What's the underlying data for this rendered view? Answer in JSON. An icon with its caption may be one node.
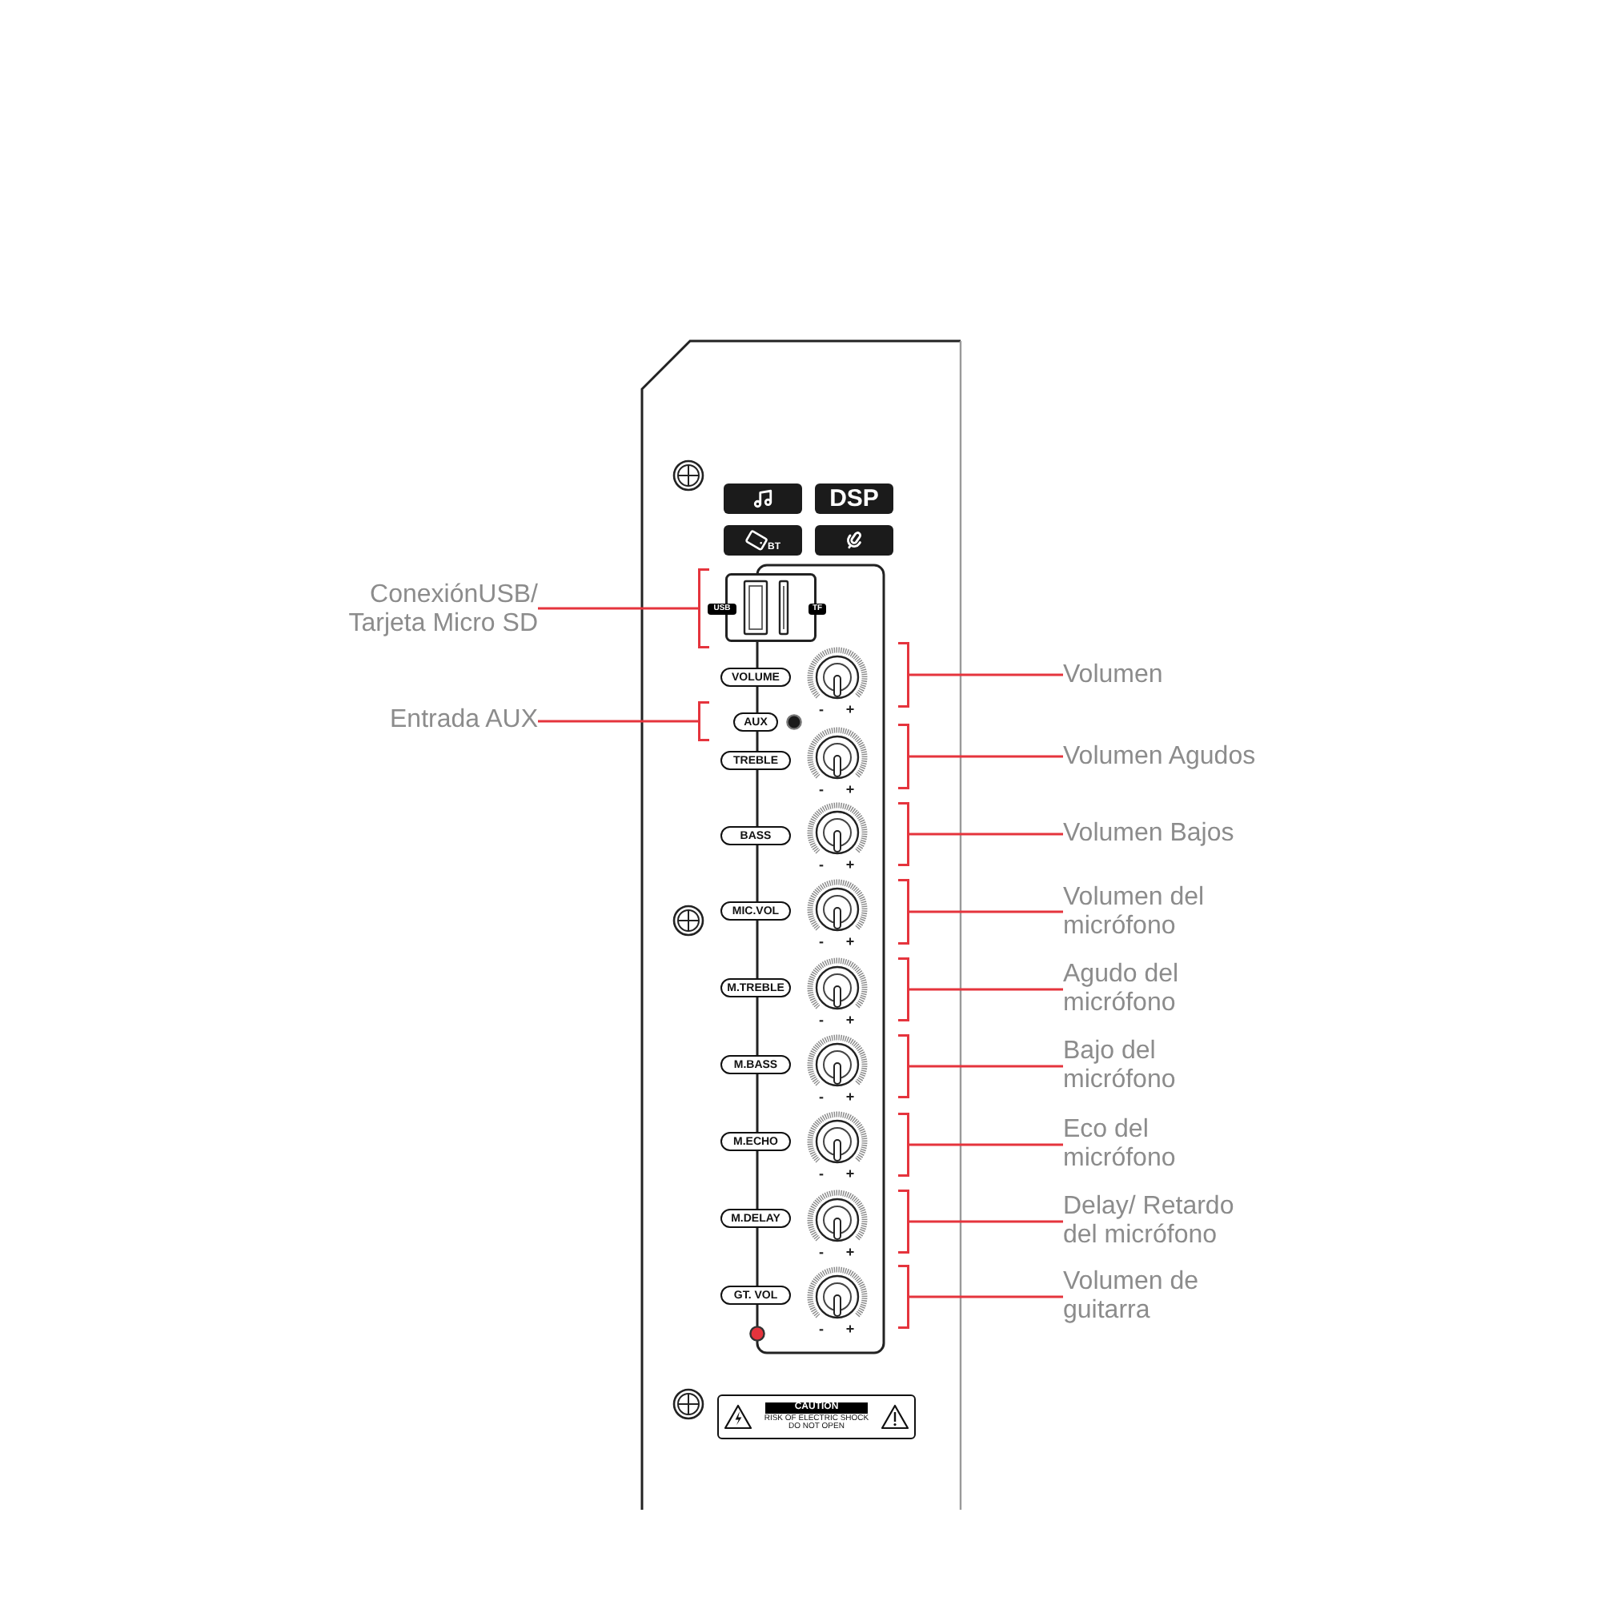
{
  "diagram": {
    "nodes": [
      {
        "text": [],
        "shape": "box"
      },
      {
        "text": [
          "DSP"
        ]
      },
      {
        "text": [
          "BT"
        ]
      },
      {
        "text": [],
        "shape": "box"
      },
      {
        "text": [
          "ConexiónUSB/ Tarjeta Micro SD"
        ]
      },
      {
        "text": [],
        "shape": "bracket"
      },
      {
        "text": [
          "USB"
        ]
      },
      {
        "text": [
          "TF"
        ]
      },
      {
        "text": [
          "Entrada AUX"
        ]
      },
      {
        "text": [],
        "shape": "bracket"
      },
      {
        "text": [
          "VOLUME"
        ]
      },
      {
        "text": [
          "AUX"
        ]
      },
      {
        "text": [
          "TREBLE"
        ]
      },
      {
        "text": [
          "BASS"
        ]
      },
      {
        "text": [
          "MIC.VOL"
        ]
      },
      {
        "text": [
          "M.TREBLE"
        ]
      },
      {
        "text": [
          "M.BASS"
        ]
      },
      {
        "text": [
          "M.ECHO"
        ]
      },
      {
        "text": [
          "M.DELAY"
        ]
      },
      {
        "text": [
          "GT. VOL"
        ]
      },
      {
        "text": [],
        "shape": "bracket"
      },
      {
        "text": [],
        "shape": "bracket"
      },
      {
        "text": [],
        "shape": "bracket"
      },
      {
        "text": [],
        "shape": "bracket"
      },
      {
        "text": [],
        "shape": "bracket"
      },
      {
        "text": [],
        "shape": "bracket"
      },
      {
        "text": [],
        "shape": "bracket"
      },
      {
        "text": [],
        "shape": "bracket"
      },
      {
        "text": [],
        "shape": "bracket"
      },
      {
        "text": [
          "Volumen"
        ]
      },
      {
        "text": [
          "Volumen Agudos"
        ]
      },
      {
        "text": [
          "Volumen Bajos"
        ]
      },
      {
        "text": [
          "Volumen del micrófono"
        ]
      },
      {
        "text": [
          "Agudo del micrófono"
        ]
      },
      {
        "text": [
          "Bajo del micrófono"
        ]
      },
      {
        "text": [
          "Eco del micrófono"
        ]
      },
      {
        "text": [
          "Delay/ Retardo del micrófono"
        ]
      },
      {
        "text": [
          "Volumen de guitarra"
        ]
      },
      {
        "text": [
          "CAUTION",
          "RISK OF ELECTRIC SHOCK DO NOT OPEN"
        ]
      }
    ],
    "edges": [
      {
        "from": 4,
        "to": 5,
        "arrow": "none"
      },
      {
        "from": 8,
        "to": 9,
        "arrow": "none"
      },
      {
        "from": 29,
        "to": 20,
        "arrow": "none"
      },
      {
        "from": 30,
        "to": 21,
        "arrow": "none"
      },
      {
        "from": 31,
        "to": 22,
        "arrow": "none"
      },
      {
        "from": 32,
        "to": 23,
        "arrow": "none"
      },
      {
        "from": 33,
        "to": 24,
        "arrow": "none"
      },
      {
        "from": 34,
        "to": 25,
        "arrow": "none"
      },
      {
        "from": 35,
        "to": 26,
        "arrow": "none"
      },
      {
        "from": 36,
        "to": 27,
        "arrow": "none"
      },
      {
        "from": 37,
        "to": 28,
        "arrow": "none"
      }
    ],
    "labels": [
      "-",
      "+",
      "-",
      "+",
      "-",
      "+",
      "-",
      "+",
      "-",
      "+",
      "-",
      "+",
      "-",
      "+",
      "-",
      "+",
      "-",
      "+"
    ]
  }
}
